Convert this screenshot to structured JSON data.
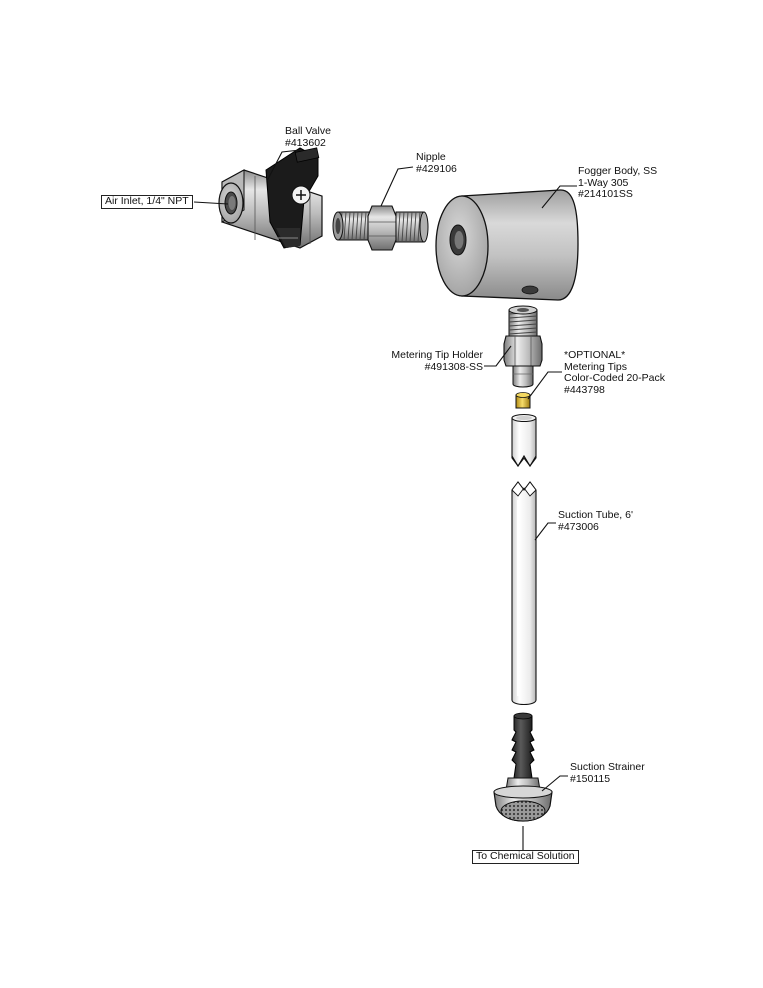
{
  "labels": {
    "ball_valve": {
      "name": "Ball Valve",
      "part": "#413602"
    },
    "air_inlet": {
      "text": "Air Inlet, 1/4\" NPT"
    },
    "nipple": {
      "name": "Nipple",
      "part": "#429106"
    },
    "fogger_body": {
      "line1": "Fogger Body, SS",
      "line2": "1-Way 305",
      "part": "#214101SS"
    },
    "metering_tip_holder": {
      "name": "Metering Tip Holder",
      "part": "#491308-SS"
    },
    "metering_tips": {
      "line1": "*OPTIONAL*",
      "line2": "Metering Tips",
      "line3": "Color-Coded 20-Pack",
      "part": "#443798"
    },
    "suction_tube": {
      "name": "Suction Tube, 6'",
      "part": "#473006"
    },
    "suction_strainer": {
      "name": "Suction Strainer",
      "part": "#150115"
    },
    "chemical_solution": {
      "text": "To Chemical Solution"
    }
  },
  "colors": {
    "steel_light": "#e8e8e8",
    "steel_dark": "#7a7a7a",
    "handle_black": "#1a1a1a",
    "tip_brass": "#e8c23a",
    "outline": "#111111"
  }
}
